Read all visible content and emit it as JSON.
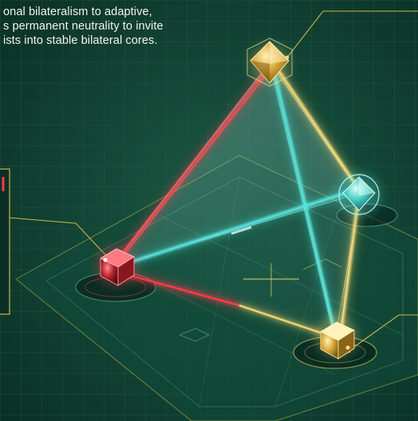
{
  "caption": {
    "lines": [
      "onal bilateralism to adaptive,",
      "s permanent neutrality to invite",
      "ists into stable bilateral cores."
    ]
  },
  "colors": {
    "background": "#0d3a2e",
    "grid": "#2f6b52",
    "red_edge": "#e0303a",
    "cyan_edge": "#3fe0d8",
    "gold_edge": "#e8c860",
    "glass": "#9fdcd2",
    "callout": "#c8b84a"
  },
  "nodes": [
    {
      "id": "apex",
      "shape": "gold-octahedron"
    },
    {
      "id": "left",
      "shape": "red-cube"
    },
    {
      "id": "right",
      "shape": "cyan-octahedron"
    },
    {
      "id": "bottom",
      "shape": "gold-cube"
    }
  ]
}
